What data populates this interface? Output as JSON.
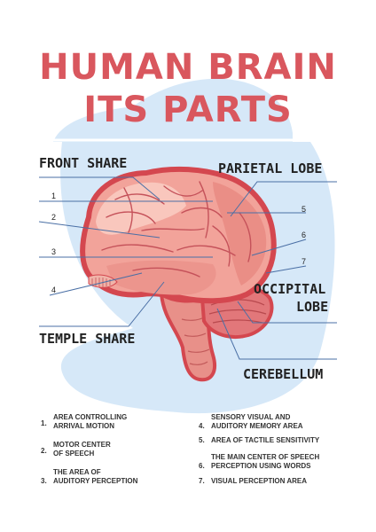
{
  "title": {
    "line1": "HUMAN BRAIN",
    "line2": "ITS PARTS"
  },
  "colors": {
    "title": "#d9575e",
    "bubble": "#d6e8f8",
    "brain_outline": "#d4474f",
    "brain_fill": "#f2a39a",
    "cerebellum": "#e2777a",
    "stem": "#e89089",
    "line": "#4a6fa5"
  },
  "regions": {
    "front": "FRONT SHARE",
    "parietal": "PARIETAL LOBE",
    "occipital_1": "OCCIPITAL",
    "occipital_2": "LOBE",
    "temple": "TEMPLE SHARE",
    "cerebellum": "CEREBELLUM"
  },
  "markers": [
    "1",
    "2",
    "3",
    "4",
    "5",
    "6",
    "7"
  ],
  "legend": [
    {
      "num": "1.",
      "line1": "AREA CONTROLLING",
      "line2": "ARRIVAL MOTION"
    },
    {
      "num": "2.",
      "line1": "MOTOR CENTER",
      "line2": "OF SPEECH"
    },
    {
      "num": "3.",
      "line1": "THE AREA OF",
      "line2": "AUDITORY PERCEPTION"
    },
    {
      "num": "4.",
      "line1": "SENSORY VISUAL AND",
      "line2": "AUDITORY MEMORY AREA"
    },
    {
      "num": "5.",
      "line1": "",
      "line2": "AREA OF TACTILE SENSITIVITY"
    },
    {
      "num": "6.",
      "line1": "THE MAIN CENTER OF SPEECH",
      "line2": "PERCEPTION USING WORDS"
    },
    {
      "num": "7.",
      "line1": "",
      "line2": "VISUAL PERCEPTION AREA"
    }
  ]
}
